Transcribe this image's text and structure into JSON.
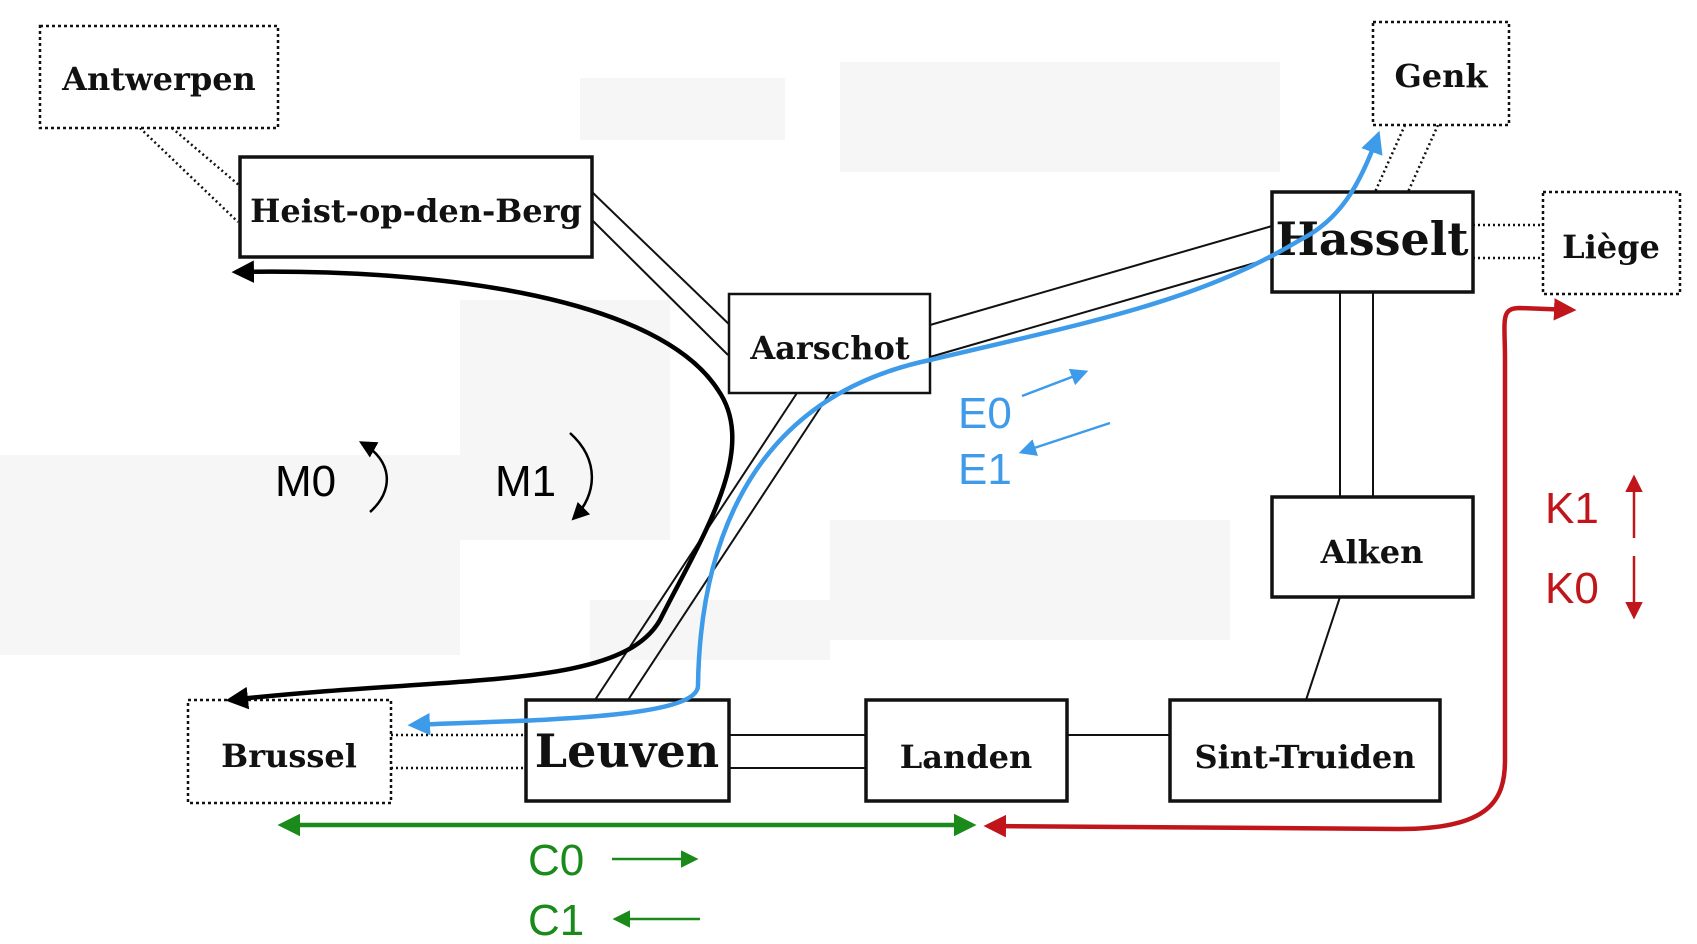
{
  "stations": {
    "antwerpen": "Antwerpen",
    "genk": "Genk",
    "heist": "Heist-op-den-Berg",
    "aarschot": "Aarschot",
    "hasselt": "Hasselt",
    "liege": "Liège",
    "alken": "Alken",
    "brussel": "Brussel",
    "leuven": "Leuven",
    "landen": "Landen",
    "sinttruiden": "Sint-Truiden"
  },
  "lines": {
    "M0": "M0",
    "M1": "M1",
    "E0": "E0",
    "E1": "E1",
    "K1": "K1",
    "K0": "K0",
    "C0": "C0",
    "C1": "C1"
  },
  "colors": {
    "M": "#000000",
    "E": "#3d9be9",
    "K": "#c0161b",
    "C": "#1a8a1a",
    "station_border": "#111111",
    "track": "#111111",
    "background_patch": "#f5f5f5"
  }
}
